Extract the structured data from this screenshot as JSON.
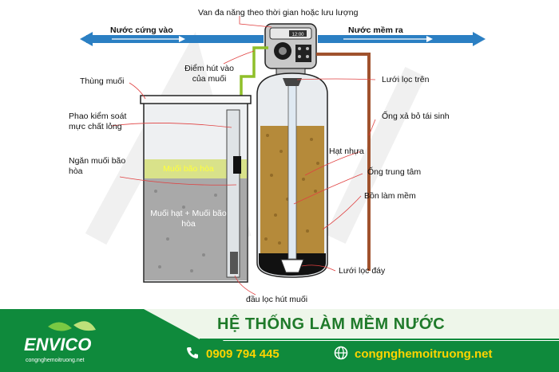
{
  "diagram": {
    "top_label": "Van đa năng theo thời gian hoặc lưu lượng",
    "hard_in": "Nước cứng vào",
    "soft_out": "Nước mềm ra",
    "suction_point": "Điểm hút vào của muối",
    "salt_tank": "Thùng muối",
    "float": "Phao kiểm soát mực chất lỏng",
    "brine_chamber": "Ngăn muối bão hòa",
    "brine_inner": "Muối bão hòa",
    "salt_inner": "Muối hạt +  Muối bão hòa",
    "suction_filter": "đầu lọc hút muối",
    "top_filter": "Lưới lọc trên",
    "drain_pipe": "Ống xả bỏ tái sinh",
    "resin": "Hạt nhựa",
    "central_tube": "Ống trung tâm",
    "softener_tank": "Bồn làm mềm",
    "bottom_filter": "Lưới lọc đáy",
    "valve_display": "12:00"
  },
  "footer": {
    "title": "HỆ THỐNG LÀM MỀM NƯỚC",
    "phone": "0909 794 445",
    "website": "congnghemoitruong.net",
    "logo_text": "ENVICO",
    "logo_sub": "congnghemoitruong.net"
  },
  "colors": {
    "pipe_blue": "#2b7fc3",
    "footer_green": "#0f8a3c",
    "accent_yellow": "#ffd400",
    "drain_brown": "#a0522d"
  }
}
